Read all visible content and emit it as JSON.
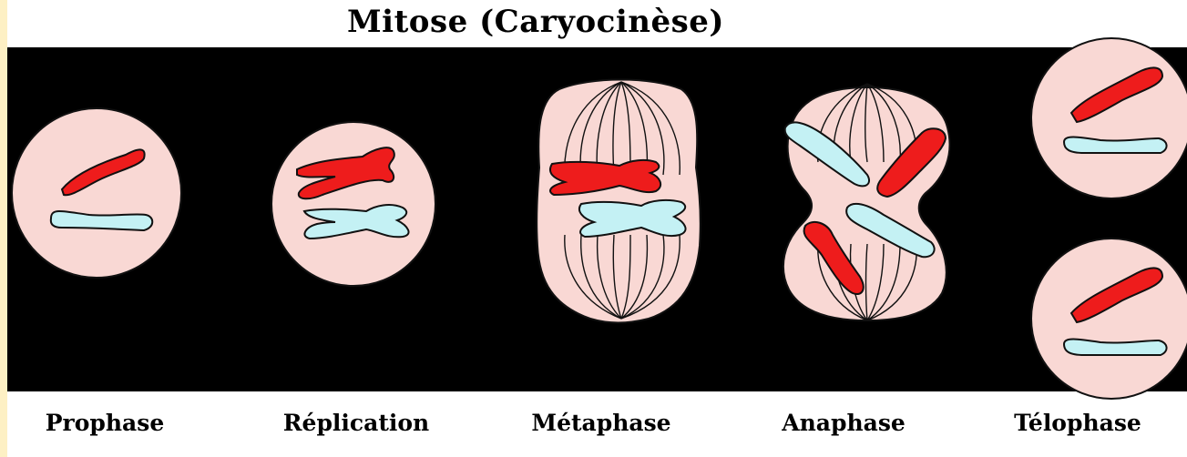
{
  "title": "Mitose (Caryocinèse)",
  "phases": [
    {
      "key": "prophase",
      "label": "Prophase"
    },
    {
      "key": "replication",
      "label": "Réplication"
    },
    {
      "key": "metaphase",
      "label": "Métaphase"
    },
    {
      "key": "anaphase",
      "label": "Anaphase"
    },
    {
      "key": "telophase",
      "label": "Télophase"
    }
  ],
  "colors": {
    "background_frame": "#fdf0c4",
    "panel": "#000000",
    "cell": "#f9d8d4",
    "chromosome_red": "#ee1c1c",
    "chromosome_blue": "#c4f1f4",
    "outline": "#111111"
  }
}
